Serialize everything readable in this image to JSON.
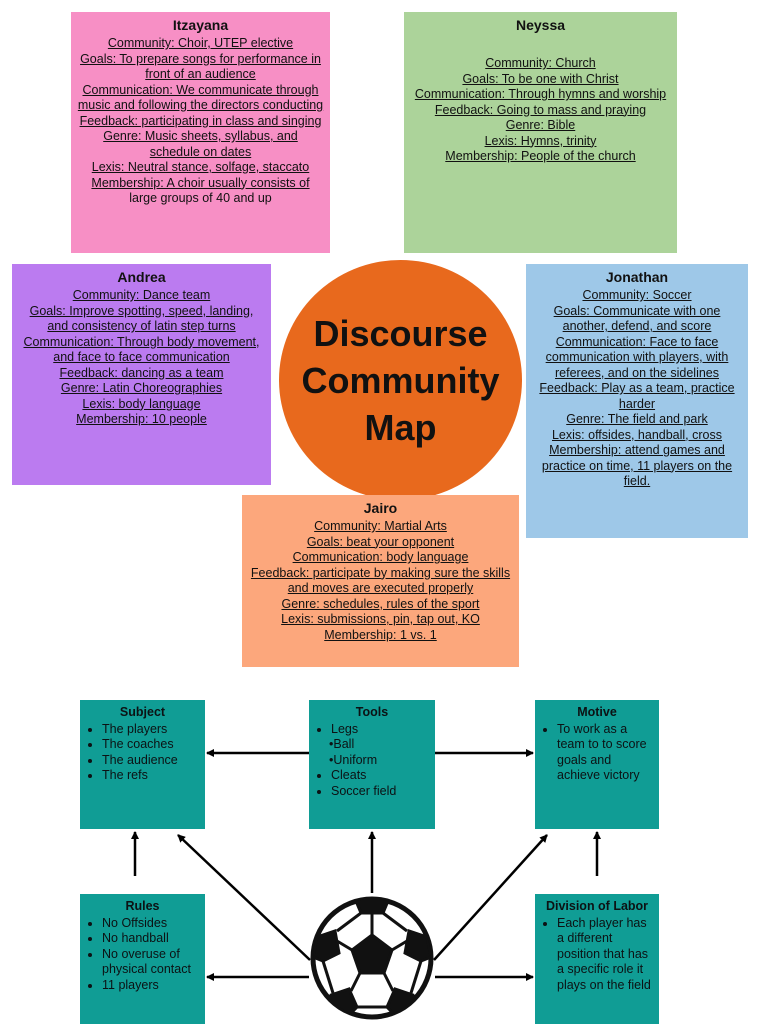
{
  "title": "Discourse Community Map",
  "cards": {
    "itzayana": {
      "name": "Itzayana",
      "rows": [
        "Community: Choir, UTEP elective",
        "Goals: To prepare songs for performance in front of an audience",
        "Communication: We communicate through music and following the directors conducting",
        "Feedback: participating in class and singing",
        "Genre: Music sheets, syllabus, and schedule on dates",
        "Lexis: Neutral stance, solfage, staccato",
        "Membership: A choir usually consists of",
        "large groups of 40 and up"
      ]
    },
    "neyssa": {
      "name": "Neyssa",
      "rows": [
        "Community: Church",
        "Goals: To be one with Christ",
        "Communication: Through hymns and worship",
        "Feedback: Going to mass and praying",
        "Genre: Bible",
        "Lexis: Hymns, trinity",
        "Membership: People of the church"
      ]
    },
    "andrea": {
      "name": "Andrea",
      "rows": [
        "Community: Dance team",
        "Goals: Improve spotting, speed, landing, and consistency of latin step turns",
        "Communication: Through body movement, and face to face communication",
        "Feedback: dancing as a team",
        "Genre: Latin Choreographies",
        "Lexis: body language",
        "Membership: 10 people"
      ]
    },
    "jonathan": {
      "name": "Jonathan",
      "rows": [
        "Community: Soccer",
        "Goals: Communicate with one another, defend, and score",
        "Communication: Face to face communication with players, with referees, and on the sidelines",
        "Feedback: Play as a team, practice harder",
        "Genre: The field and park",
        "Lexis: offsides, handball, cross",
        "Membership: attend games and practice on time, 11 players on the field."
      ]
    },
    "jairo": {
      "name": "Jairo",
      "rows": [
        "Community: Martial Arts",
        "Goals: beat your opponent",
        "Communication: body language",
        "Feedback: participate by making sure the skills and moves are executed properly",
        "Genre: schedules, rules of the sport",
        "Lexis: submissions, pin, tap out, KO",
        "Membership: 1 vs. 1"
      ]
    }
  },
  "activity": {
    "subject": {
      "title": "Subject",
      "items": [
        "The players",
        "The coaches",
        "The audience",
        "The refs"
      ]
    },
    "tools": {
      "title": "Tools",
      "items": [
        "Legs",
        "•Ball",
        "•Uniform",
        "Cleats",
        "Soccer field"
      ]
    },
    "motive": {
      "title": "Motive",
      "items": [
        "To work as a team to to score goals and achieve victory"
      ]
    },
    "rules": {
      "title": "Rules",
      "items": [
        "No Offsides",
        "No handball",
        "No overuse of physical contact",
        "11 players"
      ]
    },
    "division": {
      "title": "Division of Labor",
      "items": [
        "Each player has a different position that has a specific role it plays on the field"
      ]
    }
  },
  "colors": {
    "itzayana": "#f78fc5",
    "neyssa": "#acd39a",
    "andrea": "#bb7bf0",
    "jonathan": "#9ec8e8",
    "jairo": "#fca77c",
    "circle": "#e8691d",
    "teal": "#109d95"
  },
  "icons": {
    "ball": "soccer-ball-icon"
  }
}
